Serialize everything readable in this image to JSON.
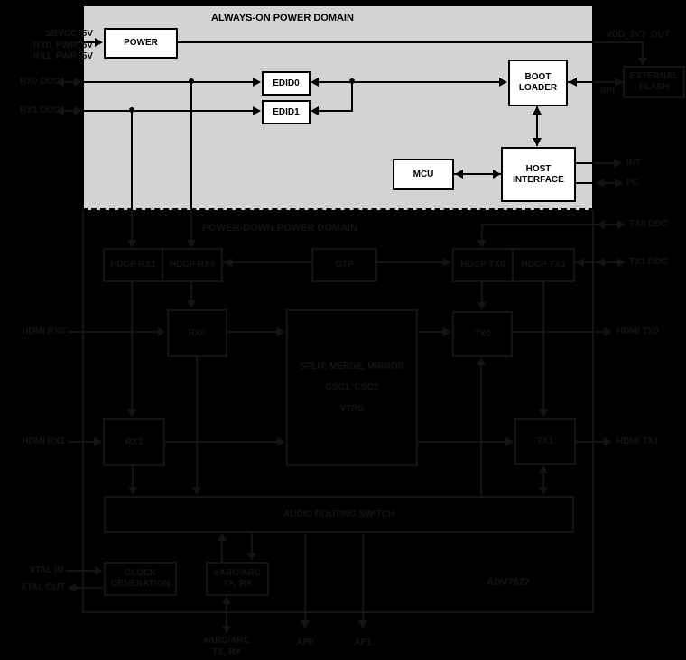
{
  "chip": {
    "always_on_title": "ALWAYS-ON POWER DOMAIN",
    "power_down_title": "POWER-DOWN POWER DOMAIN",
    "part_number": "ADV7627",
    "colors": {
      "domain_fill": "#d2d3d5",
      "hidden_ink": "#141414",
      "block_fill": "#ffffff",
      "ink": "#000000"
    },
    "blocks": {
      "power": "POWER",
      "edid0": "EDID0",
      "edid1": "EDID1",
      "boot_loader": "BOOT\nLOADER",
      "mcu": "MCU",
      "host_interface": "HOST\nINTERFACE",
      "hdcp_rx1": "HDCP RX1",
      "hdcp_rx0": "HDCP RX0",
      "otp": "OTP",
      "hdcp_tx0": "HDCP TX0",
      "hdcp_tx1": "HDCP TX1",
      "rx0": "RX0",
      "rx1": "RX1",
      "tx0": "TX0",
      "tx1": "TX1",
      "video_processor": "SPLIT, MERGE, MIRROR\nCSC1, CSC2\nVTPG",
      "audio_routing_switch": "AUDIO ROUTING SWITCH",
      "clock_generation": "CLOCK\nGENERATION",
      "earc_arc": "eARC/ARC\nTX, RX",
      "external_flash": "EXTERNAL\nFLASH"
    },
    "pins": {
      "power_supplies": "SBVCC_5V\nRX0_PWR_5V\nRX1_PWR_5V",
      "rx0_ddc": "RX0 DDC",
      "rx1_ddc": "RX1 DDC",
      "hdmi_rx0": "HDMI RX0",
      "hdmi_rx1": "HDMI RX1",
      "xtal_in": "XTAL IN",
      "xtal_out": "XTAL OUT",
      "vdd_3v3_out": "VDD_3V3_OUT",
      "spi": "SPI",
      "int": "INT",
      "i2c": "I²C",
      "tx0_ddc": "TX0 DDC",
      "tx1_ddc": "TX1 DDC",
      "hdmi_tx0": "HDMI TX0",
      "hdmi_tx1": "HDMI TX1",
      "earc_arc_pin": "eARC/ARC\nTX, RX",
      "ap0": "AP0",
      "ap1": "AP1"
    }
  }
}
